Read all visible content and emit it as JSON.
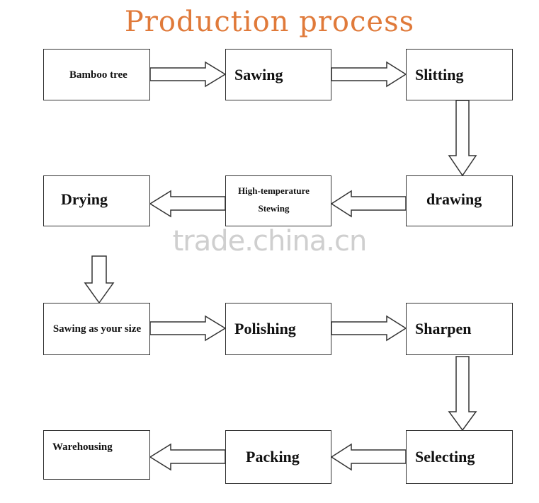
{
  "title": "Production process",
  "watermark": "trade.china.cn",
  "steps": {
    "bamboo_tree": "Bamboo tree",
    "sawing": "Sawing",
    "slitting": "Slitting",
    "drawing": "drawing",
    "stewing": "High-temperature Stewing",
    "drying": "Drying",
    "sawing_size": "Sawing as your size",
    "polishing": "Polishing",
    "sharpen": "Sharpen",
    "selecting": "Selecting",
    "packing": "Packing",
    "warehousing": "Warehousing"
  }
}
